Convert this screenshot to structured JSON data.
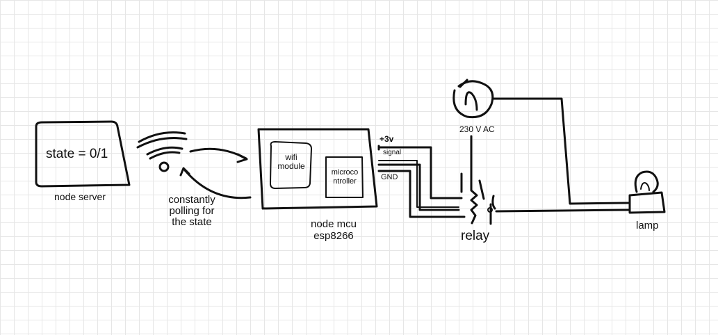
{
  "node_server": {
    "state_text": "state = 0/1",
    "label": "node server"
  },
  "polling": {
    "line1": "constantly",
    "line2": "polling for",
    "line3": "the state"
  },
  "node_mcu": {
    "wifi_line1": "wifi",
    "wifi_line2": "module",
    "mcu_line1": "microco",
    "mcu_line2": "ntroller",
    "label_line1": "node mcu",
    "label_line2": "esp8266"
  },
  "pins": {
    "vcc": "+3v",
    "signal": "signal",
    "gnd": "GND"
  },
  "ac_source": {
    "label": "230 V AC",
    "icon": "sine-wave-icon"
  },
  "relay": {
    "label": "relay"
  },
  "lamp": {
    "label": "lamp"
  }
}
